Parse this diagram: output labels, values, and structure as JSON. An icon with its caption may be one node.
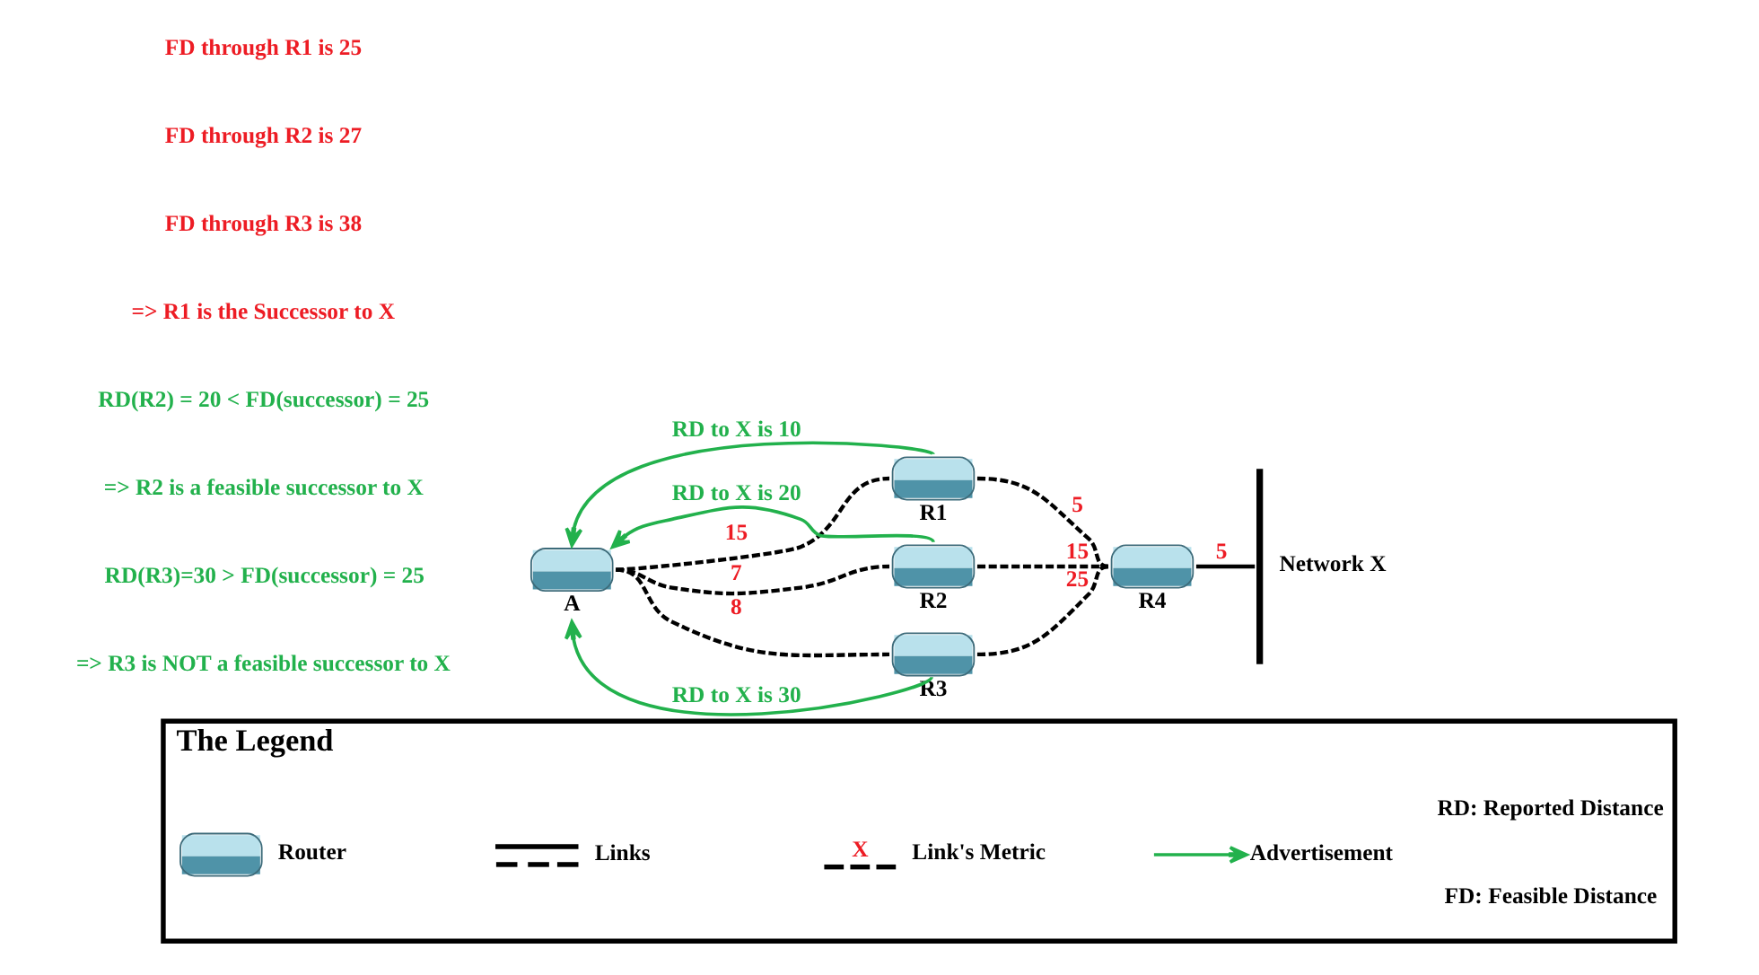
{
  "diagram": {
    "nodes": [
      {
        "text": [
          "A"
        ]
      },
      {
        "text": [
          "R1"
        ]
      },
      {
        "text": [
          "R2"
        ]
      },
      {
        "text": [
          "R3"
        ]
      },
      {
        "text": [
          "R4"
        ]
      },
      {
        "text": [
          "Network X"
        ]
      },
      {
        "text": [
          "The Legend"
        ]
      }
    ],
    "edges": [
      {
        "from": 0,
        "to": 1,
        "arrow": "none",
        "label": "15",
        "style": "dashed"
      },
      {
        "from": 0,
        "to": 2,
        "arrow": "none",
        "label": "7",
        "style": "dashed"
      },
      {
        "from": 0,
        "to": 3,
        "arrow": "none",
        "label": "8",
        "style": "dashed"
      },
      {
        "from": 1,
        "to": 4,
        "arrow": "none",
        "label": "5",
        "style": "dashed"
      },
      {
        "from": 2,
        "to": 4,
        "arrow": "none",
        "label": "15",
        "style": "dashed"
      },
      {
        "from": 3,
        "to": 4,
        "arrow": "none",
        "label": "25",
        "style": "dashed"
      },
      {
        "from": 4,
        "to": 5,
        "arrow": "none",
        "label": "5"
      },
      {
        "from": 1,
        "to": 0,
        "arrow": "to",
        "label": "RD to X is 10",
        "color": "#22b14c"
      },
      {
        "from": 2,
        "to": 0,
        "arrow": "to",
        "label": "RD to X is 20",
        "color": "#22b14c"
      },
      {
        "from": 3,
        "to": 0,
        "arrow": "to",
        "label": "RD to X is 30",
        "color": "#22b14c"
      }
    ],
    "labels": [
      "FD through R1 is 25",
      "FD through R2 is 27",
      "FD through R3 is 38",
      "=> R1 is the Successor to X",
      "RD(R2) = 20 < FD(successor) = 25",
      "=> R2 is a feasible successor to X",
      "RD(R3)=30 > FD(successor) = 25",
      "=> R3 is NOT a feasible successor to X",
      "X",
      "RD: Reported Distance",
      "FD: Feasible Distance"
    ],
    "legend": [
      {
        "text": "Router"
      },
      {
        "text": "Links"
      },
      {
        "text": "Link's Metric"
      },
      {
        "text": "Advertisement"
      }
    ]
  }
}
